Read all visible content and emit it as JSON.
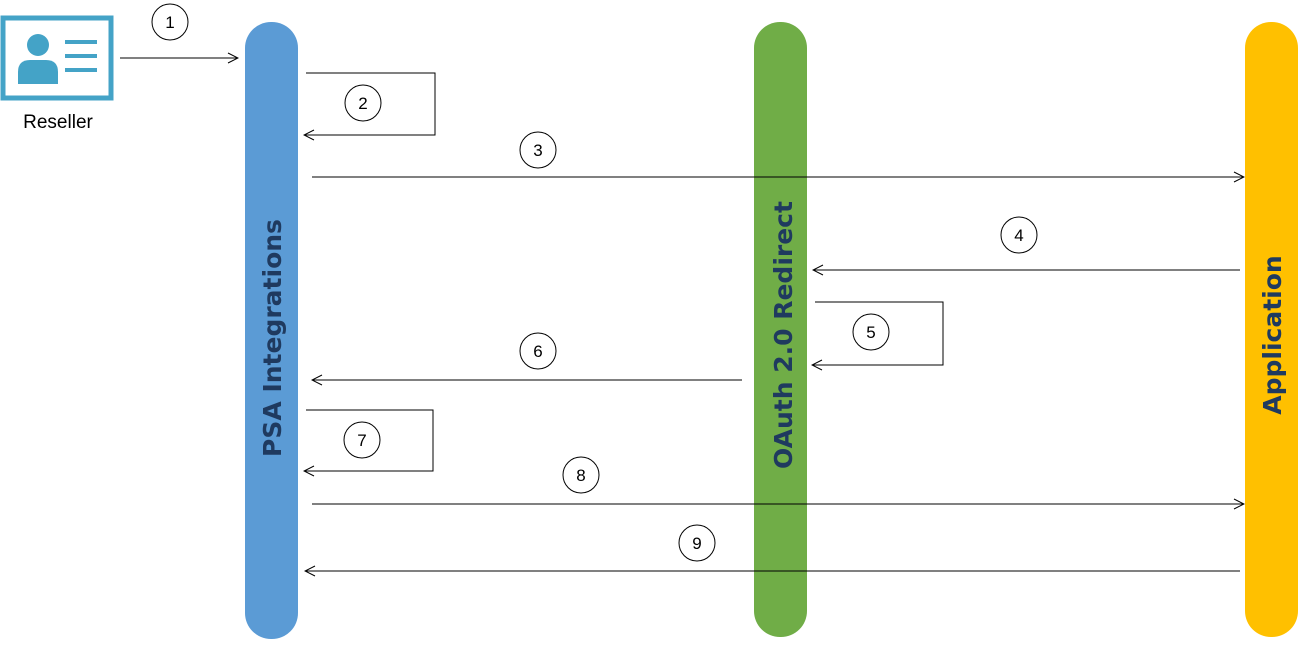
{
  "actor": {
    "label": "Reseller",
    "icon": "reseller-card-icon",
    "color": "#44a3c7"
  },
  "lanes": [
    {
      "id": "psa",
      "label": "PSA Integrations",
      "color": "#5b9bd5"
    },
    {
      "id": "oauth",
      "label": "OAuth 2.0 Redirect",
      "color": "#70ad47"
    },
    {
      "id": "app",
      "label": "Application",
      "color": "#ffc000"
    }
  ],
  "steps": [
    {
      "number": "1",
      "from": "actor",
      "to": "psa"
    },
    {
      "number": "2",
      "from": "psa",
      "to": "psa"
    },
    {
      "number": "3",
      "from": "psa",
      "to": "app"
    },
    {
      "number": "4",
      "from": "app",
      "to": "oauth"
    },
    {
      "number": "5",
      "from": "oauth",
      "to": "oauth"
    },
    {
      "number": "6",
      "from": "oauth",
      "to": "psa"
    },
    {
      "number": "7",
      "from": "psa",
      "to": "psa"
    },
    {
      "number": "8",
      "from": "psa",
      "to": "app"
    },
    {
      "number": "9",
      "from": "app",
      "to": "psa"
    }
  ]
}
